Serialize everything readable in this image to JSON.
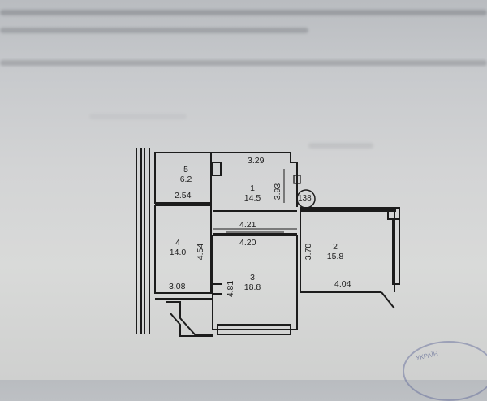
{
  "rooms": [
    {
      "id": "5",
      "area": "6.2"
    },
    {
      "id": "1",
      "area": "14.5"
    },
    {
      "id": "4",
      "area": "14.0"
    },
    {
      "id": "3",
      "area": "18.8"
    },
    {
      "id": "2",
      "area": "15.8"
    }
  ],
  "dimensions": {
    "d329": "3.29",
    "d254": "2.54",
    "d393": "3.93",
    "d421": "4.21",
    "d420": "4.20",
    "d454": "4.54",
    "d370": "3.70",
    "d481": "4.81",
    "d308": "3.08",
    "d404": "4.04"
  },
  "callout": "138",
  "stamp_text": "УКРАЇН",
  "colors": {
    "paper": "#d6d7d6",
    "ink": "#222222",
    "stamp": "#5a6496"
  }
}
